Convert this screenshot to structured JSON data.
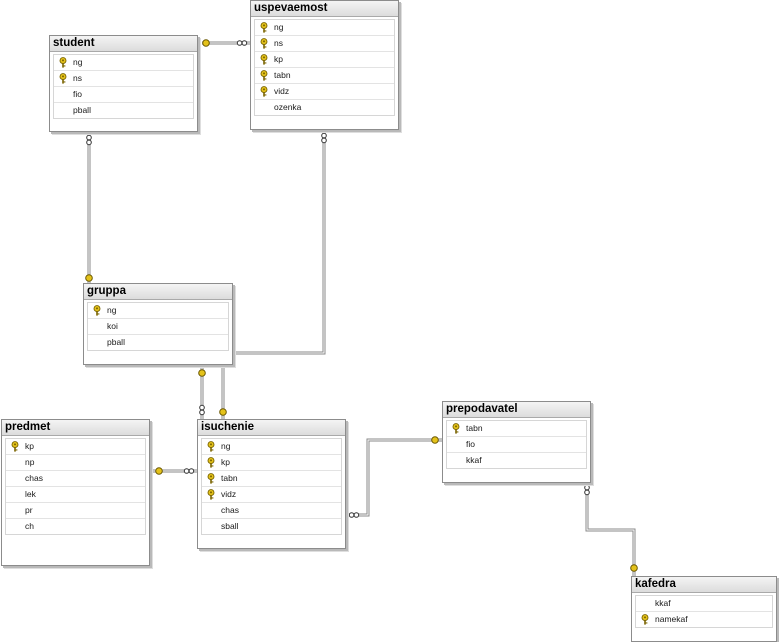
{
  "colors": {
    "connector": "#8a8a8a",
    "key_icon": "#e4c21a",
    "table_border": "#8c8c8c"
  },
  "tables": {
    "uspevaemost": {
      "title": "uspevaemost",
      "columns": [
        {
          "name": "ng",
          "key": true
        },
        {
          "name": "ns",
          "key": true
        },
        {
          "name": "kp",
          "key": true
        },
        {
          "name": "tabn",
          "key": true
        },
        {
          "name": "vidz",
          "key": true
        },
        {
          "name": "ozenka",
          "key": false
        }
      ]
    },
    "student": {
      "title": "student",
      "columns": [
        {
          "name": "ng",
          "key": true
        },
        {
          "name": "ns",
          "key": true
        },
        {
          "name": "fio",
          "key": false
        },
        {
          "name": "pball",
          "key": false
        }
      ]
    },
    "gruppa": {
      "title": "gruppa",
      "columns": [
        {
          "name": "ng",
          "key": true
        },
        {
          "name": "koi",
          "key": false
        },
        {
          "name": "pball",
          "key": false
        }
      ]
    },
    "predmet": {
      "title": "predmet",
      "columns": [
        {
          "name": "kp",
          "key": true
        },
        {
          "name": "np",
          "key": false
        },
        {
          "name": "chas",
          "key": false
        },
        {
          "name": "lek",
          "key": false
        },
        {
          "name": "pr",
          "key": false
        },
        {
          "name": "ch",
          "key": false
        }
      ]
    },
    "isuchenie": {
      "title": "isuchenie",
      "columns": [
        {
          "name": "ng",
          "key": true
        },
        {
          "name": "kp",
          "key": true
        },
        {
          "name": "tabn",
          "key": true
        },
        {
          "name": "vidz",
          "key": true
        },
        {
          "name": "chas",
          "key": false
        },
        {
          "name": "sball",
          "key": false
        }
      ]
    },
    "prepodavatel": {
      "title": "prepodavatel",
      "columns": [
        {
          "name": "tabn",
          "key": true
        },
        {
          "name": "fio",
          "key": false
        },
        {
          "name": "kkaf",
          "key": false
        }
      ]
    },
    "kafedra": {
      "title": "kafedra",
      "columns": [
        {
          "name": "kkaf",
          "key": false
        },
        {
          "name": "namekaf",
          "key": true
        }
      ]
    }
  }
}
